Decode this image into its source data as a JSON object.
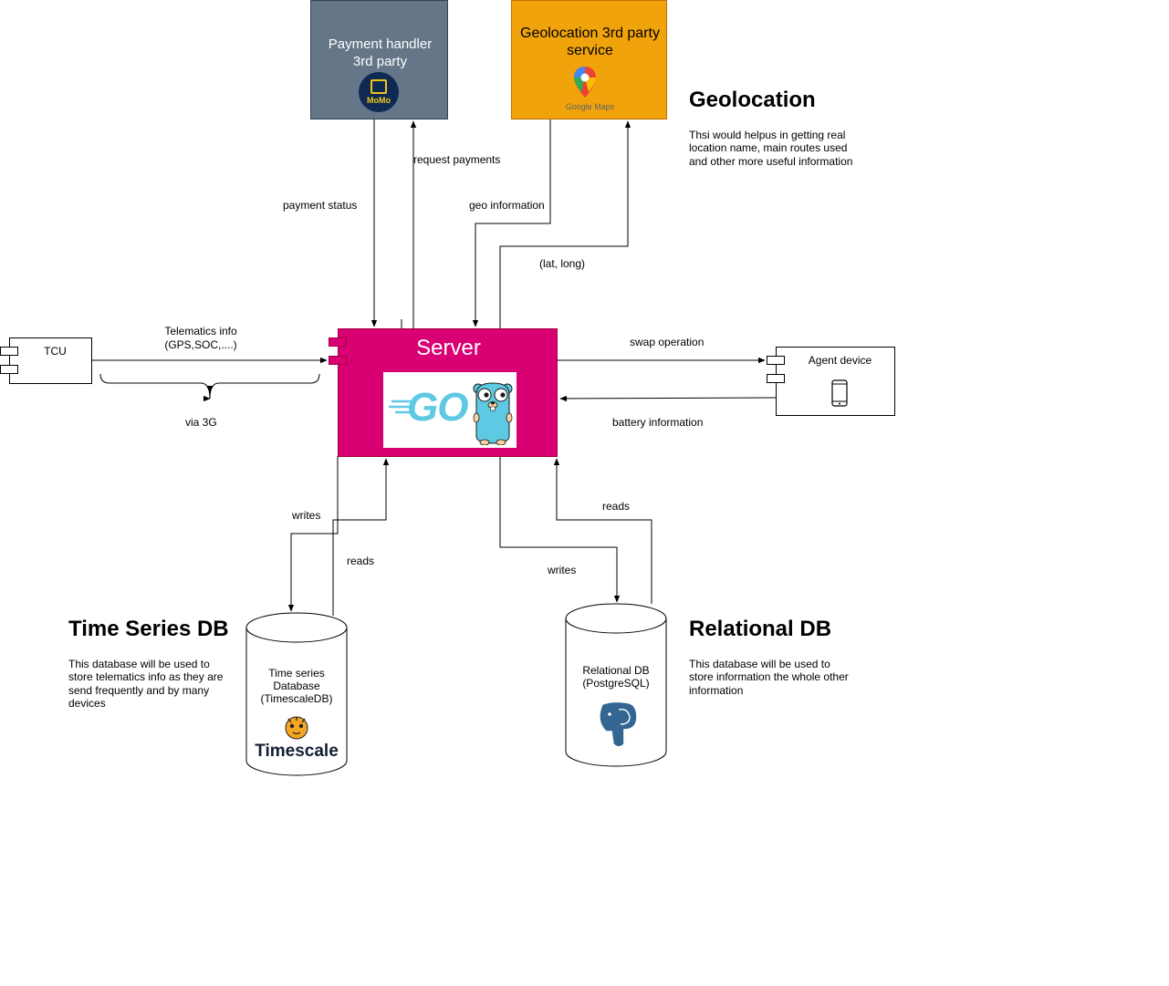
{
  "nodes": {
    "payment": {
      "title_line1": "Payment handler",
      "title_line2": "3rd party",
      "logo_text": "MoMo"
    },
    "geolocation_service": {
      "title_line1": "Geolocation  3rd party",
      "title_line2": "service",
      "logo_text": "Google Maps"
    },
    "server": {
      "title": "Server",
      "logo_text": "GO"
    },
    "tcu": {
      "title": "TCU"
    },
    "agent": {
      "title": "Agent device"
    },
    "timeseries_db": {
      "line1": "Time series",
      "line2": "Database",
      "line3": "(TimescaleDB)",
      "logo_text": "Timescale"
    },
    "relational_db": {
      "line1": "Relational DB",
      "line2": "(PostgreSQL)"
    }
  },
  "edges": {
    "payment_status": "payment status",
    "request_payments": "request payments",
    "geo_information": "geo information",
    "lat_long": "(lat, long)",
    "telematics_line1": "Telematics info",
    "telematics_line2": "(GPS,SOC,....)",
    "via_3g": "via 3G",
    "swap_operation": "swap operation",
    "battery_information": "battery information",
    "ts_writes": "writes",
    "ts_reads": "reads",
    "rel_writes": "writes",
    "rel_reads": "reads"
  },
  "notes": {
    "geolocation": {
      "heading": "Geolocation",
      "line1": "Thsi would helpus in getting real",
      "line2": "location name, main routes used",
      "line3": "and other more useful information"
    },
    "timeseries": {
      "heading": "Time Series DB",
      "line1": "This database will be used to",
      "line2": "store telematics info as they are",
      "line3": "send frequently and by many",
      "line4": "devices"
    },
    "relational": {
      "heading": "Relational DB",
      "line1": "This database will be used to",
      "line2": "store information the whole other",
      "line3": "information"
    }
  },
  "colors": {
    "payment_fill": "#647687",
    "geolocation_fill": "#f0a30a",
    "server_fill": "#d80073",
    "go_cyan": "#5dc9e2"
  }
}
